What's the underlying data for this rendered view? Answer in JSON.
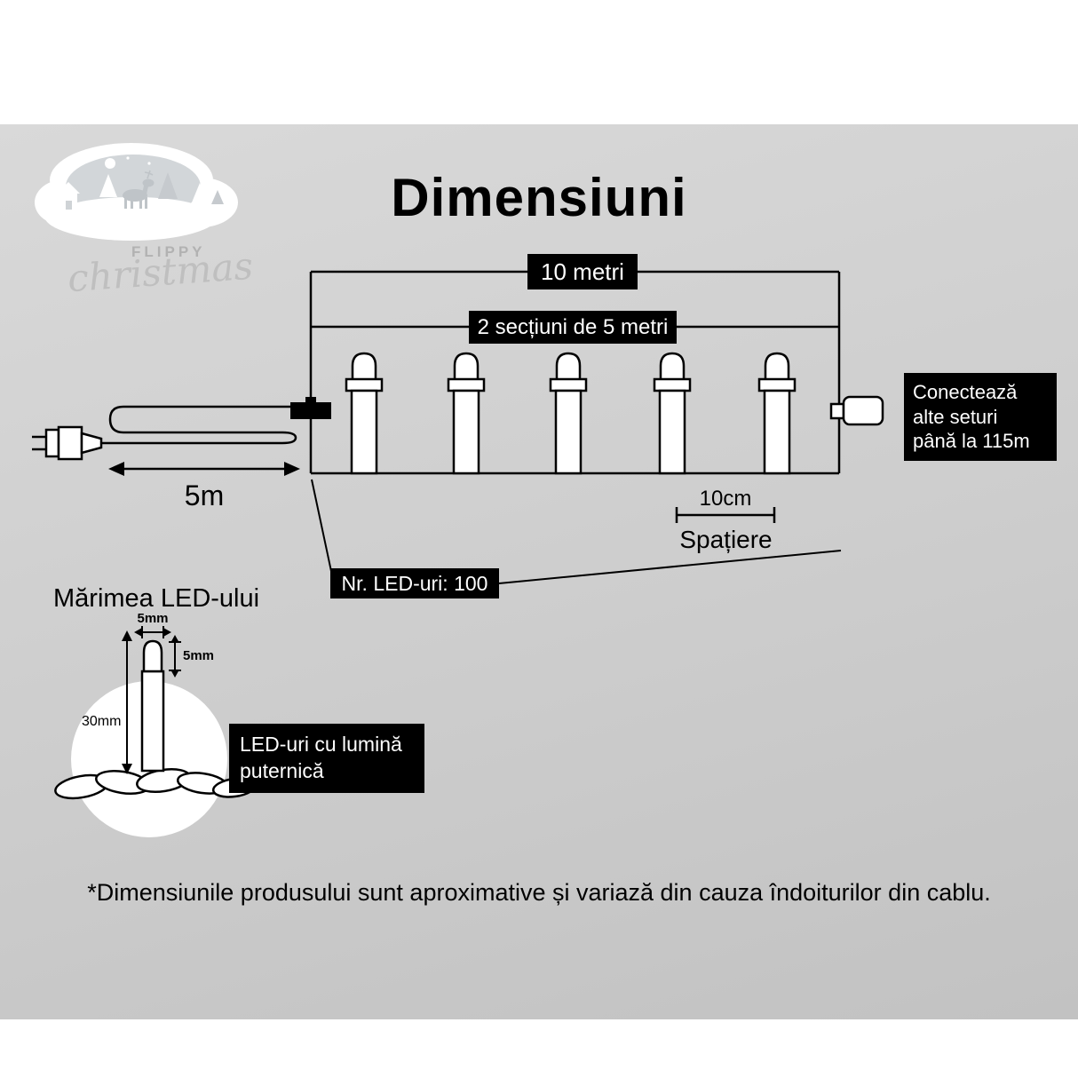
{
  "title": "Dimensiuni",
  "logo": {
    "brand": "FLIPPY",
    "script": "christmas"
  },
  "dimensions": {
    "total_length": "10 metri",
    "sections": "2 secțiuni de 5 metri",
    "lead_length": "5m",
    "spacing_value": "10cm",
    "spacing_label": "Spațiere",
    "led_count": "Nr. LED-uri: 100"
  },
  "connector_note": {
    "lines": [
      "Conectează",
      "alte seturi",
      "până la 115m"
    ]
  },
  "led_size": {
    "title": "Mărimea LED-ului",
    "bulb_width": "5mm",
    "bulb_height": "5mm",
    "body_length": "30mm",
    "note_lines": [
      "LED-uri cu lumină",
      "puternică"
    ]
  },
  "footnote": "*Dimensiunile produsului sunt aproximative și variază din cauza îndoiturilor din cablu.",
  "colors": {
    "background": "#d9d9d9",
    "label_bg": "#000000",
    "label_text": "#ffffff",
    "line": "#000000"
  }
}
